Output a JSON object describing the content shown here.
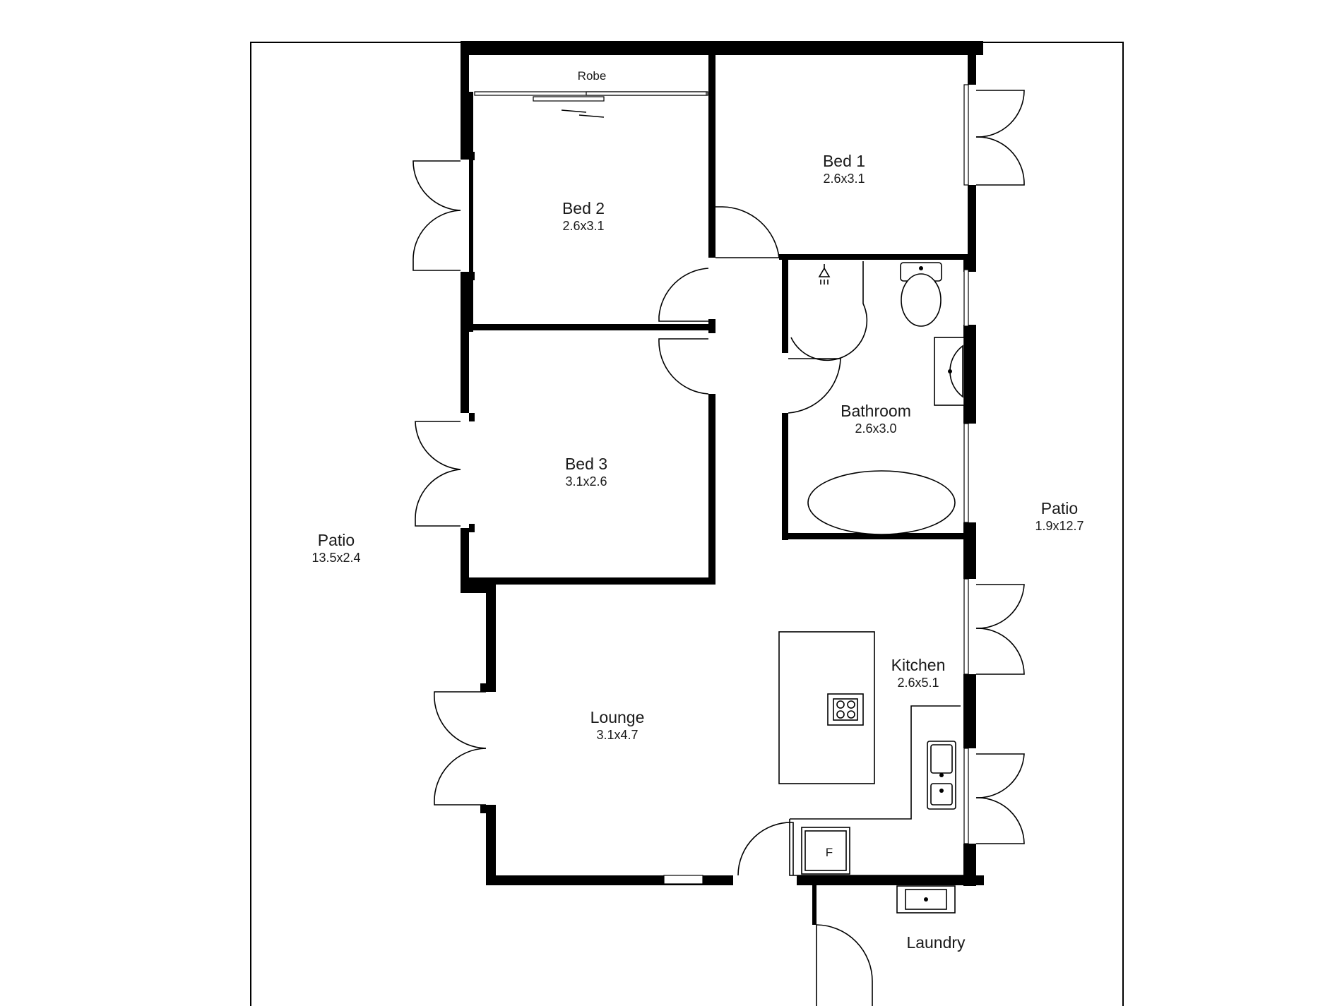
{
  "rooms": {
    "robe": {
      "name": "Robe"
    },
    "bed1": {
      "name": "Bed 1",
      "dims": "2.6x3.1"
    },
    "bed2": {
      "name": "Bed 2",
      "dims": "2.6x3.1"
    },
    "bed3": {
      "name": "Bed 3",
      "dims": "3.1x2.6"
    },
    "bathroom": {
      "name": "Bathroom",
      "dims": "2.6x3.0"
    },
    "patio_west": {
      "name": "Patio",
      "dims": "13.5x2.4"
    },
    "patio_east": {
      "name": "Patio",
      "dims": "1.9x12.7"
    },
    "kitchen": {
      "name": "Kitchen",
      "dims": "2.6x5.1"
    },
    "lounge": {
      "name": "Lounge",
      "dims": "3.1x4.7"
    },
    "laundry": {
      "name": "Laundry"
    }
  },
  "fixtures": {
    "fridge": {
      "label": "F"
    }
  },
  "colors": {
    "wall": "#000000",
    "background": "#ffffff",
    "text": "#1a1a1a"
  }
}
